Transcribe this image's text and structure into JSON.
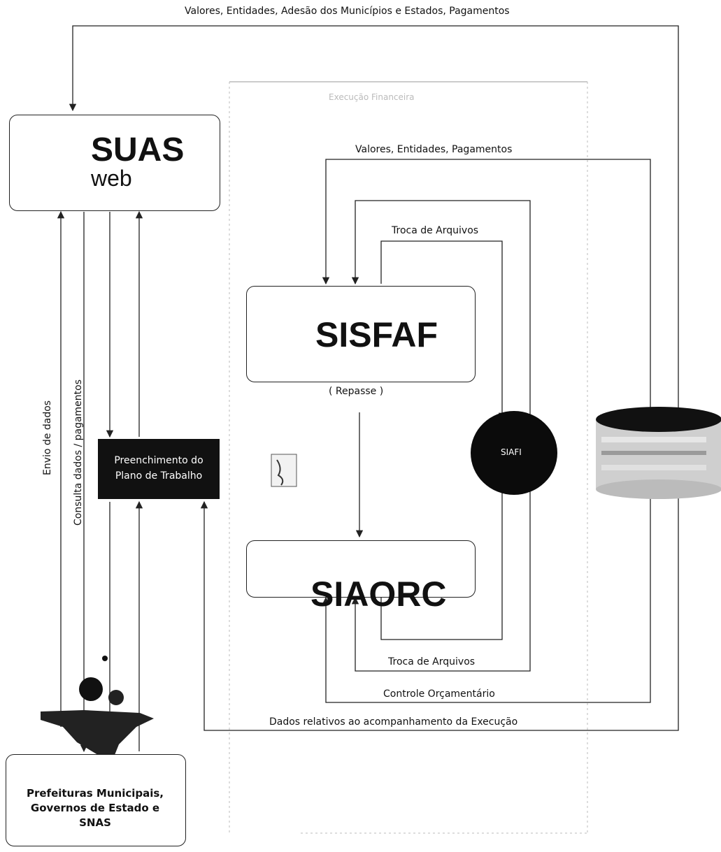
{
  "top_flow_label": "Valores, Entidades, Adesão dos Municípios e Estados, Pagamentos",
  "faded_heading": "Execução Financeira",
  "suas": {
    "title": "SUAS",
    "subtitle": "web"
  },
  "sisfaf": {
    "title": "SISFAF",
    "caption": "( Repasse )"
  },
  "siaorc": {
    "title": "SIAORC"
  },
  "siafi": {
    "label": "SIAFI"
  },
  "plano": {
    "line1": "Preenchimento do",
    "line2": "Plano de Trabalho"
  },
  "prefeituras": {
    "line1": "Prefeituras Municipais,",
    "line2": "Governos de Estado e",
    "line3": "SNAS"
  },
  "vertical_labels": {
    "envio": "Envio de dados",
    "consulta": "Consulta dados / pagamentos"
  },
  "flow_labels": {
    "valores_entidades_pagamentos": "Valores, Entidades, Pagamentos",
    "troca_arquivos_top": "Troca de Arquivos",
    "troca_arquivos_bottom": "Troca de Arquivos",
    "controle_orcamentario": "Controle Orçamentário",
    "dados_execucao": "Dados relativos ao acompanhamento da Execução"
  },
  "colors": {
    "line": "#222222",
    "dark": "#111111",
    "faded": "#bbbbbb"
  }
}
